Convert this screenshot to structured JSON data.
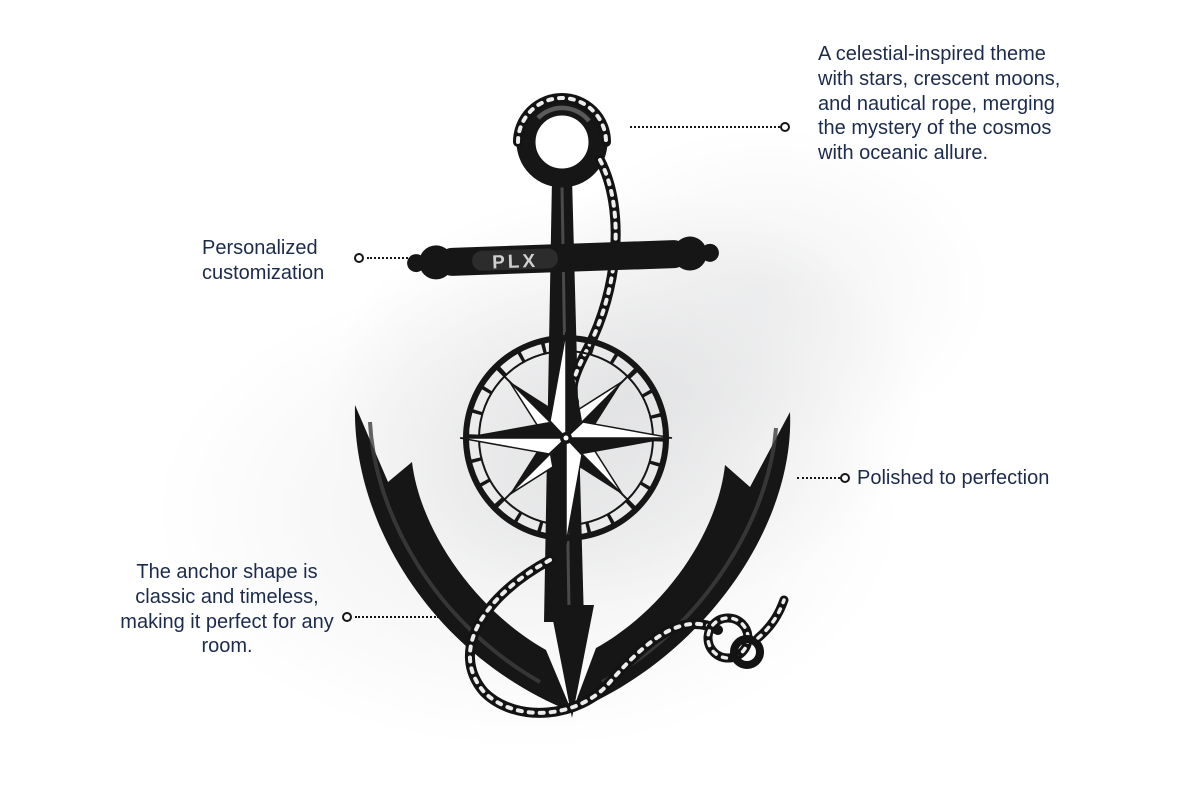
{
  "page": {
    "title": "Anchor compass wall art feature callouts"
  },
  "artwork": {
    "label": "metal anchor with compass rose and nautical rope",
    "engraving": "PLX"
  },
  "callouts": {
    "celestial": {
      "text": "A celestial-inspired theme with stars, crescent moons, and nautical rope, merging the mystery of the cosmos with oceanic allure."
    },
    "customization": {
      "text": "Personalized customization"
    },
    "polished": {
      "text": "Polished to perfection"
    },
    "shape": {
      "text": "The anchor shape is classic and timeless, making it perfect for any room."
    }
  },
  "colors": {
    "text": "#1c2b4c",
    "leader": "#161616",
    "artwork": "#161616",
    "background": "#ffffff"
  }
}
